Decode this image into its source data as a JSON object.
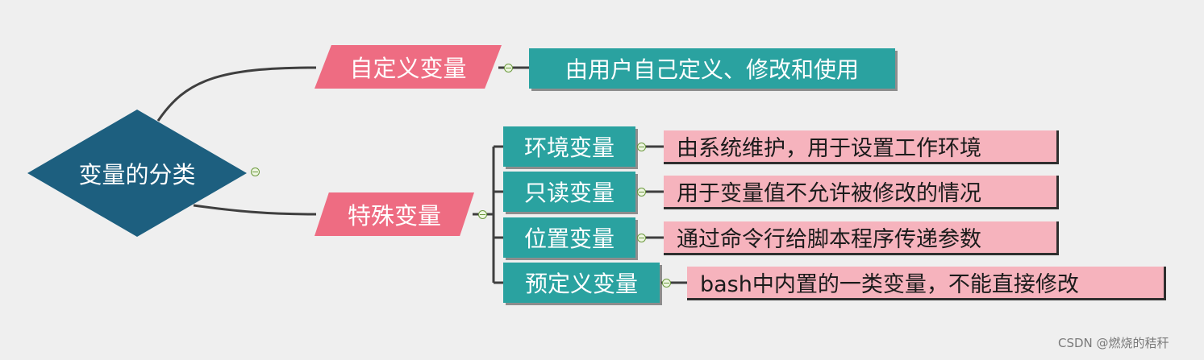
{
  "colors": {
    "root": "#1d5f7f",
    "branch": "#ee6c82",
    "teal": "#2aa2a0",
    "leaf": "#f6b3bd",
    "line": "#3f3f3f",
    "background": "#efefef"
  },
  "root": {
    "label": "变量的分类"
  },
  "custom": {
    "label": "自定义变量",
    "description": "由用户自己定义、修改和使用"
  },
  "special": {
    "label": "特殊变量",
    "children": [
      {
        "label": "环境变量",
        "description": "由系统维护，用于设置工作环境"
      },
      {
        "label": "只读变量",
        "description": "用于变量值不允许被修改的情况"
      },
      {
        "label": "位置变量",
        "description": "通过命令行给脚本程序传递参数"
      },
      {
        "label": "预定义变量",
        "description": "bash中内置的一类变量，不能直接修改"
      }
    ]
  },
  "watermark": "CSDN @燃烧的秸秆"
}
